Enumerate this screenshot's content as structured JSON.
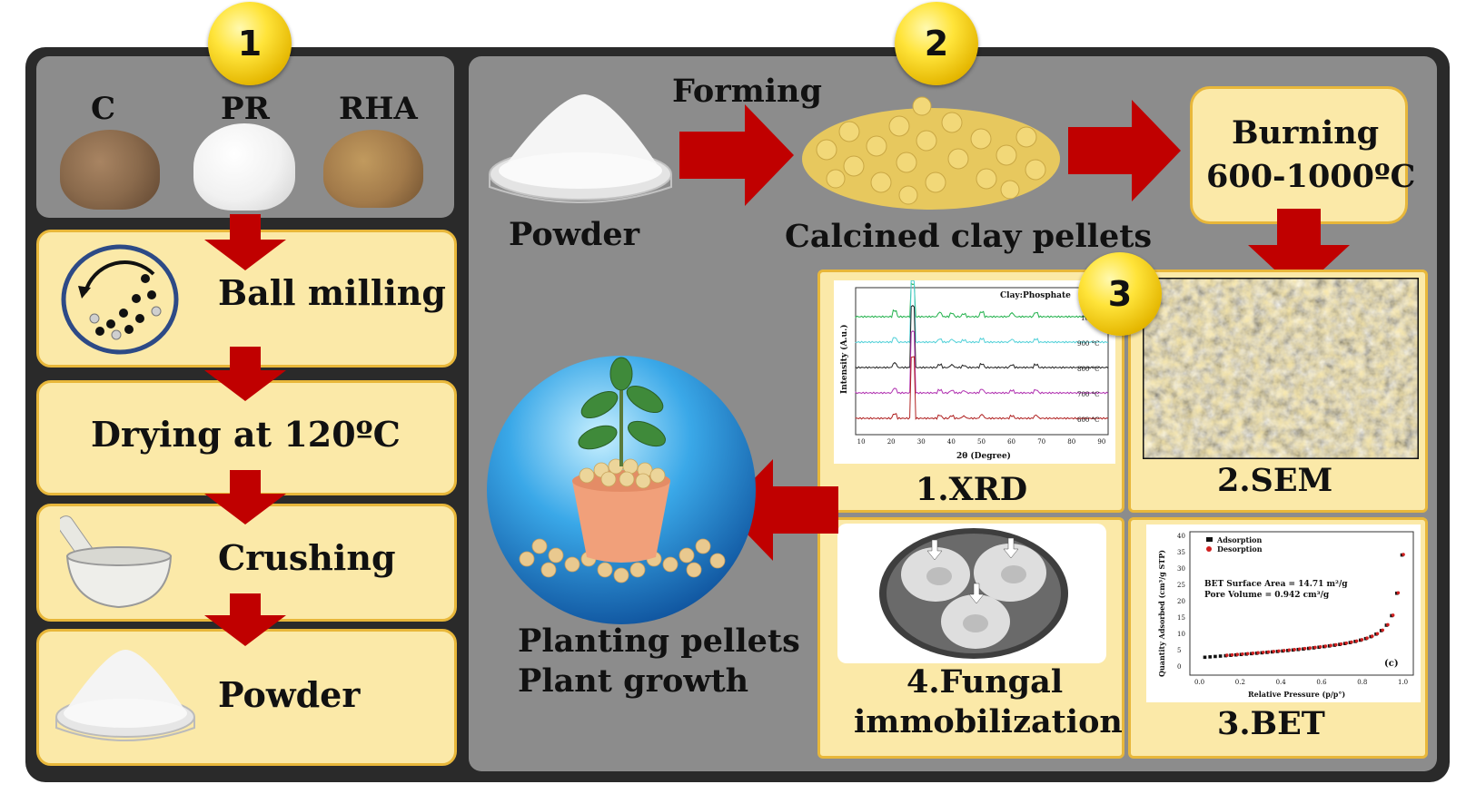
{
  "badges": [
    "1",
    "2",
    "3"
  ],
  "materials": [
    {
      "label": "C",
      "color": "#8a6a4c"
    },
    {
      "label": "PR",
      "color": "#f2f2f2"
    },
    {
      "label": "RHA",
      "color": "#a27a4a"
    }
  ],
  "steps": {
    "ball_milling": "Ball milling",
    "drying": "Drying at 120ºC",
    "crushing": "Crushing",
    "powder": "Powder"
  },
  "process": {
    "powder": "Powder",
    "forming": "Forming",
    "calcined": "Calcined clay pellets",
    "burning_line1": "Burning",
    "burning_line2": "600-1000ºC",
    "planting_line1": "Planting pellets",
    "planting_line2": "Plant growth"
  },
  "characterization": {
    "xrd_caption": "1.XRD",
    "sem_caption": "2.SEM",
    "bet_caption": "3.BET",
    "fungal_caption_line1": "4.Fungal",
    "fungal_caption_line2": "immobilization"
  },
  "xrd_plot": {
    "title": "Clay:Phosphate",
    "ylabel": "Intensity (A.u.)",
    "xlabel": "2θ (Degree)",
    "xticks": [
      "10",
      "20",
      "30",
      "40",
      "50",
      "60",
      "70",
      "80",
      "90"
    ],
    "series": [
      {
        "label": "1000",
        "color": "#22b14c"
      },
      {
        "label": "900 °C",
        "color": "#4fd0d8"
      },
      {
        "label": "800 °C",
        "color": "#222222"
      },
      {
        "label": "700 °C",
        "color": "#b030b0"
      },
      {
        "label": "600 °C",
        "color": "#b02020"
      }
    ]
  },
  "bet_plot": {
    "legend_adsorption": "Adsorption",
    "legend_desorption": "Desorption",
    "annotation_line1": "BET Surface Area = 14.71 m²/g",
    "annotation_line2": "Pore Volume = 0.942 cm³/g",
    "ylabel": "Quantity Adsorbed (cm³/g STP)",
    "xlabel": "Relative Pressure (p/p°)",
    "panel_tag": "(c)",
    "yticks": [
      "0",
      "5",
      "10",
      "15",
      "20",
      "25",
      "30",
      "35",
      "40"
    ],
    "xticks": [
      "0.0",
      "0.2",
      "0.4",
      "0.6",
      "0.8",
      "1.0"
    ]
  },
  "colors": {
    "frame": "#2a2a2a",
    "panel": "#8c8c8c",
    "card": "#fbe9a8",
    "card_border": "#e8b73a",
    "arrow": "#c00000",
    "badge": "#ffe43a"
  }
}
